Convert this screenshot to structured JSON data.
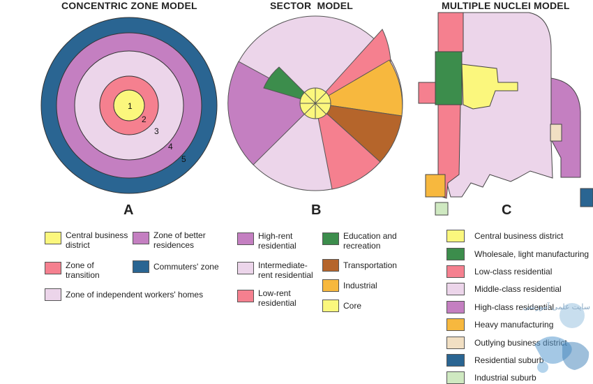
{
  "panels": {
    "a": {
      "title": "CONCENTRIC ZONE MODEL",
      "letter": "A",
      "zone_numbers": [
        "1",
        "2",
        "3",
        "4",
        "5"
      ]
    },
    "b": {
      "title": "SECTOR  MODEL",
      "letter": "B"
    },
    "c": {
      "title": "MULTIPLE NUCLEI MODEL",
      "letter": "C"
    }
  },
  "legend_a": [
    {
      "label": "Central business district",
      "color": "#fbf77d"
    },
    {
      "label": "Zone of better residences",
      "color": "#c47fc1"
    },
    {
      "label": "Zone of transition",
      "color": "#f5808f"
    },
    {
      "label": "Commuters' zone",
      "color": "#2a6592"
    },
    {
      "label": "Zone of independent workers' homes",
      "color": "#ecd5ea"
    }
  ],
  "legend_b": [
    {
      "label": "High-rent residential",
      "color": "#c47fc1"
    },
    {
      "label": "Education and recreation",
      "color": "#3c8d4c"
    },
    {
      "label": "Intermediate-rent residential",
      "color": "#ecd5ea"
    },
    {
      "label": "Transportation",
      "color": "#b5652b"
    },
    {
      "label": "Low-rent residential",
      "color": "#f5808f"
    },
    {
      "label": "Industrial",
      "color": "#f7b83e"
    },
    {
      "label": "Core",
      "color": "#fbf77d"
    }
  ],
  "legend_c": [
    {
      "label": "Central business district",
      "color": "#fbf77d"
    },
    {
      "label": "Wholesale, light manufacturing",
      "color": "#3c8d4c"
    },
    {
      "label": "Low-class residential",
      "color": "#f5808f"
    },
    {
      "label": "Middle-class residential",
      "color": "#ecd5ea"
    },
    {
      "label": "High-class residential",
      "color": "#c47fc1"
    },
    {
      "label": "Heavy manufacturing",
      "color": "#f7b83e"
    },
    {
      "label": "Outlying business district",
      "color": "#f1dfc3"
    },
    {
      "label": "Residential suburb",
      "color": "#2a6592"
    },
    {
      "label": "Industrial suburb",
      "color": "#cfe9c1"
    }
  ],
  "watermark": {
    "text": "سایت علمی آموزشی"
  }
}
